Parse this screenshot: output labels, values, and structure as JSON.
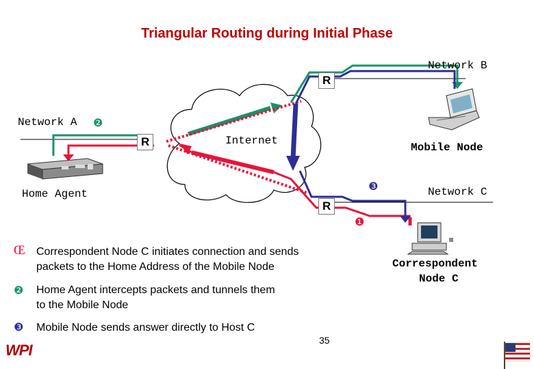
{
  "title": "Triangular Routing during Initial Phase",
  "labels": {
    "network_a": "Network A",
    "network_b": "Network B",
    "network_c": "Network C",
    "internet": "Internet",
    "home_agent": "Home Agent",
    "mobile_node": "Mobile Node",
    "correspondent_node": [
      "Correspondent",
      "Node C"
    ],
    "router": "R"
  },
  "markers": {
    "step1": "❶",
    "step2": "❷",
    "step3": "❸"
  },
  "steps": [
    {
      "marker": "Œ",
      "lines": [
        "Correspondent Node C initiates connection and sends",
        "packets to the Home Address of the Mobile Node"
      ]
    },
    {
      "marker": "❷",
      "lines": [
        "Home Agent intercepts packets and tunnels them",
        "to the Mobile Node"
      ]
    },
    {
      "marker": "❸",
      "lines": [
        "Mobile Node sends answer directly to Host C"
      ]
    }
  ],
  "footer": {
    "logo": "WPI",
    "page_number": "35"
  },
  "colors": {
    "red_path": "#e8143a",
    "green_path": "#17936a",
    "blue_path": "#2e2e96",
    "title": "#c00000"
  },
  "icons": [
    "server-icon",
    "laptop-icon",
    "desktop-computer-icon",
    "cloud-icon",
    "us-flag-icon"
  ]
}
